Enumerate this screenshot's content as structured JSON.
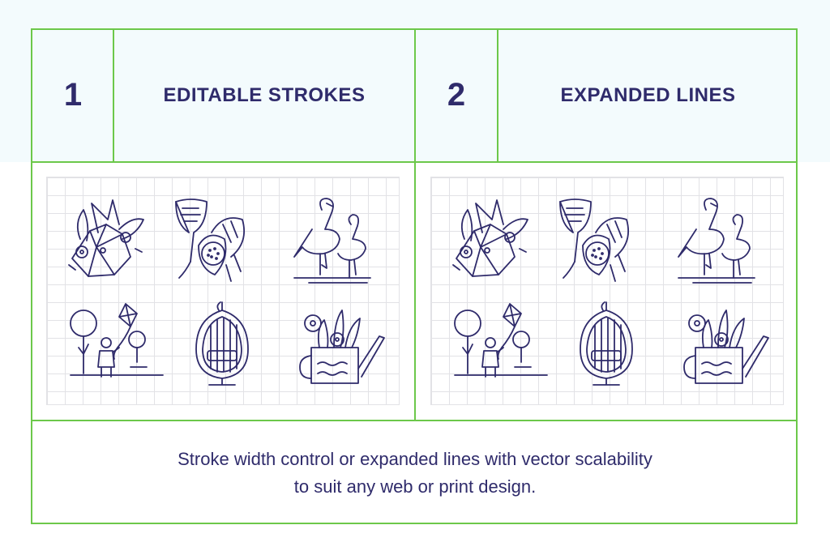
{
  "sections": [
    {
      "number": "1",
      "title": "EDITABLE STROKES"
    },
    {
      "number": "2",
      "title": "EXPANDED LINES"
    }
  ],
  "footer": {
    "line1": "Stroke width control or expanded lines with vector scalability",
    "line2": "to suit any web or print design."
  },
  "colors": {
    "frame": "#6cc84a",
    "ink": "#2f2b6b",
    "band": "#f3fbfd",
    "grid": "#e2e2e6"
  },
  "icons": [
    "flower-bouquet-icon",
    "lotus-leaves-icon",
    "flamingos-icon",
    "child-with-kite-icon",
    "hanging-egg-chair-icon",
    "watering-can-planter-icon"
  ]
}
